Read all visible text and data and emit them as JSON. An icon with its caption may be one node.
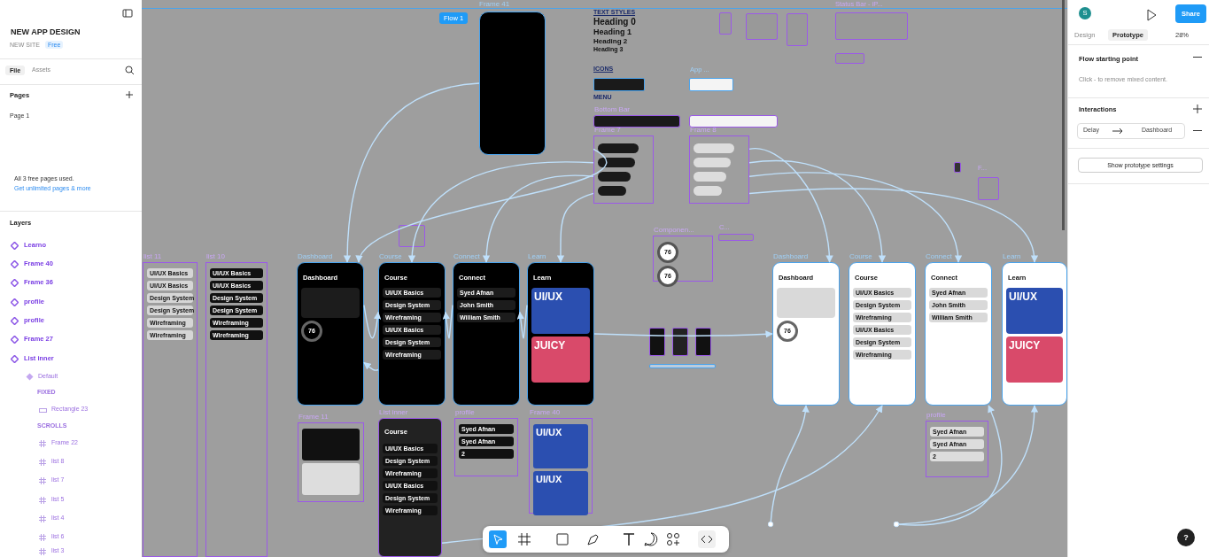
{
  "diagram": {
    "nodes": [
      {
        "text": [],
        "shape": "box"
      },
      {
        "text": [
          "Frame 7"
        ]
      },
      {
        "text": [
          "Frame 8"
        ]
      },
      {
        "text": [
          "list 11",
          "UI/UX Basics",
          "UI/UX Basics",
          "Design System",
          "Design System",
          "Wireframing",
          "Wireframing"
        ]
      },
      {
        "text": [
          "list 10",
          "UI/UX Basics",
          "UI/UX Basics",
          "Design System",
          "Design System",
          "Wireframing",
          "Wireframing"
        ]
      },
      {
        "text": [
          "Dashboard",
          "Dashboard",
          "76"
        ]
      },
      {
        "text": [
          "Course",
          "Course",
          "UI/UX Basics",
          "Design System",
          "Wireframing",
          "UI/UX Basics",
          "Design System",
          "Wireframing"
        ]
      },
      {
        "text": [
          "Connect",
          "Connect",
          "Syed Afnan",
          "John Smith",
          "William Smith"
        ]
      },
      {
        "text": [
          "Learn",
          "Learn",
          "UI/UX",
          "JUICY"
        ]
      },
      {
        "text": [
          "Componen...",
          "76",
          "76"
        ]
      },
      {
        "text": [
          "Dashboard",
          "Dashboard",
          "76"
        ]
      },
      {
        "text": [
          "Course",
          "Course",
          "UI/UX Basics",
          "Design System",
          "Wireframing",
          "UI/UX Basics",
          "Design System",
          "Wireframing"
        ]
      },
      {
        "text": [
          "Connect",
          "Connect",
          "Syed Afnan",
          "John Smith",
          "William Smith"
        ]
      },
      {
        "text": [
          "Learn",
          "Learn",
          "UI/UX",
          "JUICY"
        ]
      },
      {
        "text": [
          "Frame 11"
        ]
      },
      {
        "text": [
          "List inner",
          "Course",
          "UI/UX Basics",
          "Design System",
          "Wireframing",
          "UI/UX Basics",
          "Design System",
          "Wireframing"
        ]
      },
      {
        "text": [
          "profile",
          "Syed Afnan",
          "Syed Afnan",
          "2"
        ]
      },
      {
        "text": [
          "Frame 40",
          "UI/UX",
          "UI/UX"
        ]
      },
      {
        "text": [
          "profile",
          "Syed Afnan",
          "Syed Afnan",
          "2"
        ]
      },
      {
        "text": [
          "Bottom Bar"
        ]
      },
      {
        "text": [],
        "shape": "bar"
      }
    ],
    "edges": [
      {
        "from": 0,
        "to": 5,
        "arrow": "to"
      },
      {
        "from": 1,
        "to": 5,
        "arrow": "to"
      },
      {
        "from": 1,
        "to": 6,
        "arrow": "to"
      },
      {
        "from": 1,
        "to": 7,
        "arrow": "to"
      },
      {
        "from": 1,
        "to": 8,
        "arrow": "to"
      },
      {
        "from": 2,
        "to": 10,
        "arrow": "to"
      },
      {
        "from": 2,
        "to": 11,
        "arrow": "to"
      },
      {
        "from": 2,
        "to": 12,
        "arrow": "to"
      },
      {
        "from": 2,
        "to": 13,
        "arrow": "to"
      },
      {
        "from": 5,
        "to": 6,
        "arrow": "to"
      },
      {
        "from": 6,
        "to": 5,
        "arrow": "to"
      },
      {
        "from": 7,
        "to": 6,
        "arrow": "to"
      },
      {
        "from": 8,
        "to": 7,
        "arrow": "to"
      },
      {
        "from": 8,
        "to": 10,
        "arrow": "to"
      },
      {
        "from": 15,
        "to": 11,
        "arrow": "to"
      },
      {
        "from": null,
        "to": 10,
        "arrow": "to"
      },
      {
        "from": null,
        "to": 12,
        "arrow": "to"
      },
      {
        "from": null,
        "to": 13,
        "arrow": "to"
      }
    ],
    "labels": [
      "NEW APP DESIGN",
      "NEW SITE",
      "Free",
      "File",
      "Assets",
      "Pages",
      "Page 1",
      "All 3 free pages used.",
      "Get unlimited pages & more",
      "Layers",
      "Learno",
      "Frame 40",
      "Frame 36",
      "profile",
      "profile",
      "Frame 27",
      "List inner",
      "Default",
      "FIXED",
      "Rectangle 23",
      "SCROLLS",
      "Frame 22",
      "list 8",
      "list 7",
      "list 5",
      "list 4",
      "list 6",
      "list 3",
      "Frame 41",
      "Flow 1",
      "TEXT STYLES",
      "Heading 0",
      "Heading 1",
      "Heading 2",
      "Heading 3",
      "ICONS",
      "App ...",
      "MENU",
      "Status Bar - iP...",
      "C...",
      "F...",
      "S",
      "Share",
      "Design",
      "Prototype",
      "28%",
      "Flow starting point",
      "Click - to remove mixed content.",
      "Interactions",
      "Delay",
      "Dashboard",
      "Show prototype settings",
      "?"
    ]
  }
}
